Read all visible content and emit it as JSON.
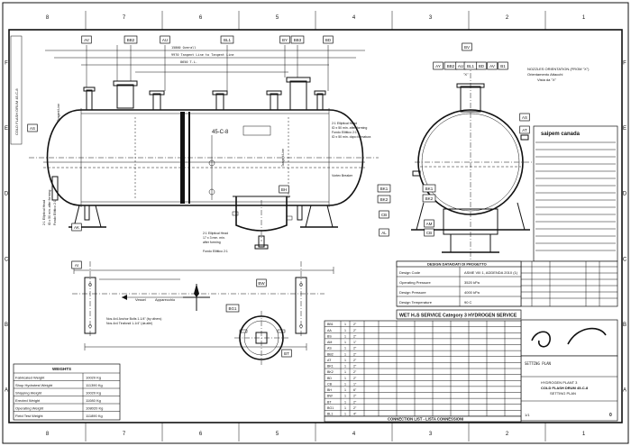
{
  "drawing": {
    "grid_columns": [
      "8",
      "7",
      "6",
      "5",
      "4",
      "3",
      "2",
      "1"
    ],
    "grid_rows": [
      "F",
      "E",
      "D",
      "C",
      "B",
      "A"
    ],
    "view_label": "Vista da \"X\"",
    "orientation_label": "NOZZLES ORIENTATION (FROM \"X\")",
    "orientation_label_it": "Orientamento Attacchi",
    "tag": "45-C-8",
    "vessel_label": "Vessel",
    "vessel_label_it": "Apparecchio",
    "front_view_marker": "\"X\""
  },
  "nozzles": {
    "top": [
      "AV",
      "BB2",
      "AU",
      "BL1",
      "BY",
      "BB3",
      "BD"
    ],
    "left": [
      "AI",
      "AS",
      "AK"
    ],
    "right": [
      "AS",
      "AT",
      "BK1",
      "BK2",
      "AL",
      "CB"
    ],
    "sump": [
      "BH",
      "BW",
      "BT",
      "BG1"
    ],
    "end_view_top": [
      "BV",
      "AY",
      "BB2",
      "AU",
      "BL1",
      "BD",
      "AV",
      "B1"
    ],
    "end_view_side": [
      "BK1",
      "BK2",
      "AM",
      "CB"
    ]
  },
  "title_block": {
    "company": "saipem canada",
    "drawing_type": "SETTING PLAN",
    "project": "HYDROGEN PLANT 3",
    "title_line": "COLD FLASH DRUM 45-C-8",
    "subtitle": "SETTING PLAN",
    "revision": "0",
    "sheet": "1/1"
  },
  "design_data": {
    "header": "DESIGN DATA/DATI DI PROGETTO",
    "rows": [
      [
        "Design Code",
        "ASME VIII 1, ADDENDA 2010 (1)"
      ],
      [
        "Operating Pressure",
        "3520 kPa"
      ],
      [
        "Design Pressure",
        "4000 kPa"
      ],
      [
        "Design Temperature",
        "90 C"
      ]
    ]
  },
  "service_banner": "WET H₂S SERVICE Category 3   HYDROGEN SERVICE",
  "connection_list": {
    "header": "CONNECTION LIST - LISTA CONNESSIONI",
    "rows": [
      [
        "BB1",
        "1",
        "2\""
      ],
      [
        "AA",
        "1",
        "2\""
      ],
      [
        "BS",
        "1",
        "2\""
      ],
      [
        "AM",
        "1",
        "1\""
      ],
      [
        "AS",
        "1",
        "2\""
      ],
      [
        "BB2",
        "1",
        "2\""
      ],
      [
        "AT",
        "1",
        "2\""
      ],
      [
        "BK1",
        "1",
        "2\""
      ],
      [
        "BK2",
        "1",
        "2\""
      ],
      [
        "BD",
        "1",
        "2\""
      ],
      [
        "CB",
        "1",
        "1\""
      ],
      [
        "BH",
        "1",
        "6\""
      ],
      [
        "BW",
        "1",
        "2\""
      ],
      [
        "BT",
        "1",
        "2\""
      ],
      [
        "BG1",
        "1",
        "2\""
      ],
      [
        "BL1",
        "1",
        "4\""
      ]
    ]
  },
  "weights": {
    "header": "WEIGHTS",
    "rows": [
      [
        "Fabricated Weight",
        "10020 Kg"
      ],
      [
        "Shop Hydrotest Weight",
        "111390 Kg"
      ],
      [
        "Shipping Weight",
        "10020 Kg"
      ],
      [
        "Erected Weight",
        "11080 Kg"
      ],
      [
        "Operating Weight",
        "108020 Kg"
      ],
      [
        "Field Test Weight",
        "111890 Kg"
      ]
    ]
  },
  "notes": {
    "anchor_bolts": "Nos.4x4 Anchor Bolts 1-1/4\" (by others)",
    "head_left": "2:1 Elliptical Head",
    "head_right": "2:1 Elliptical Head",
    "vortex": "Vortex Breaker"
  }
}
